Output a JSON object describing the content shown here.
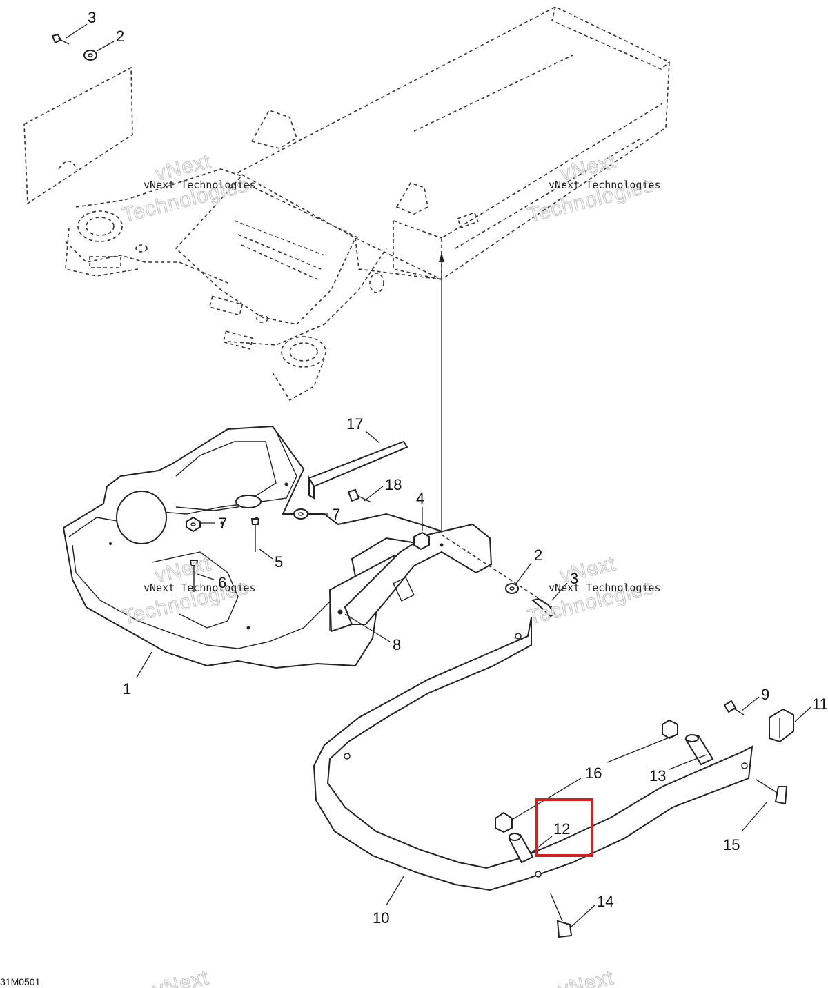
{
  "diagram": {
    "drawing_code": "31M0501",
    "watermarks": [
      "vNext Technologies",
      "vNext Technologies",
      "vNext Technologies",
      "vNext Technologies"
    ],
    "watermark_big_top": [
      "vNext",
      "vNext",
      "vNext",
      "vNext",
      "vNext",
      "vNext"
    ],
    "watermark_big_bottom": [
      "Technologies",
      "Technologies",
      "Technologies",
      "Technologies"
    ],
    "callouts": {
      "c3_top": "3",
      "c2_top": "2",
      "c17": "17",
      "c18": "18",
      "c4": "4",
      "c7_left": "7",
      "c7_right": "7",
      "c5": "5",
      "c6": "6",
      "c2_mid": "2",
      "c3_mid": "3",
      "c8": "8",
      "c1": "1",
      "c9": "9",
      "c11": "11",
      "c16": "16",
      "c13": "13",
      "c12": "12",
      "c15": "15",
      "c14": "14",
      "c10": "10"
    },
    "highlight": {
      "target": "12",
      "color": "#d32020"
    }
  }
}
